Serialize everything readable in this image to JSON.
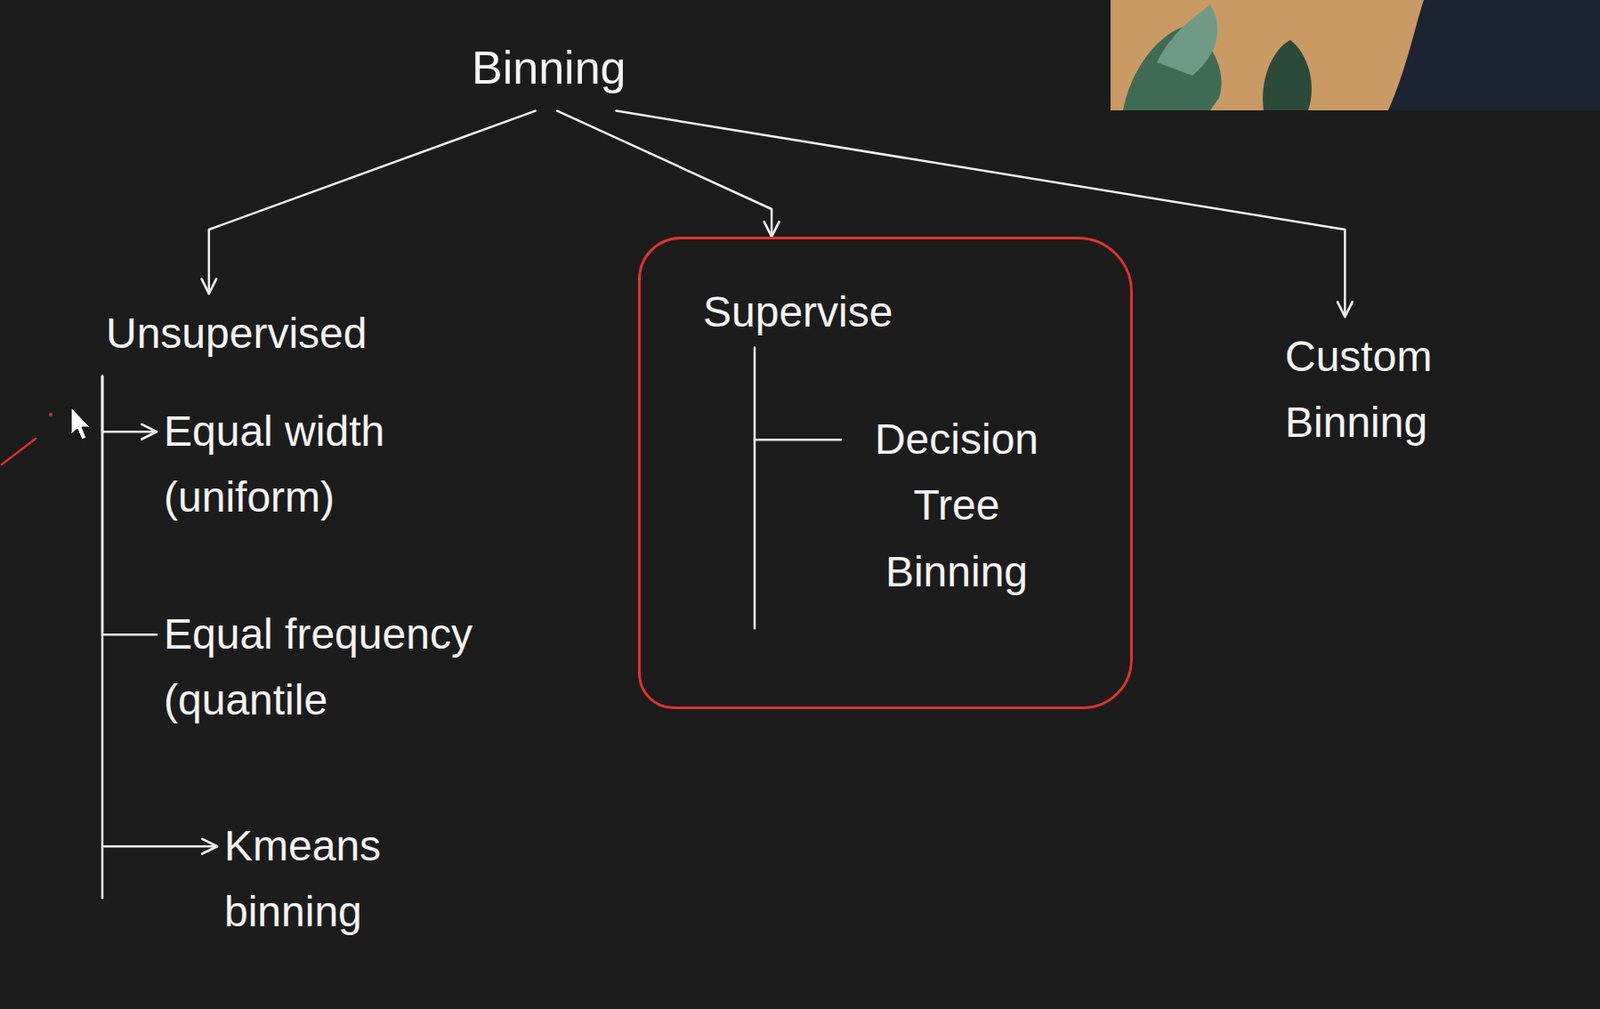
{
  "diagram": {
    "nodes": [
      {
        "text": [
          "Binning"
        ]
      },
      {
        "text": [
          "Unsupervised"
        ]
      },
      {
        "text": [
          "Supervise"
        ]
      },
      {
        "text": [
          "Decision Tree Binning"
        ],
        "in": 2
      },
      {
        "text": [
          "Custom Binning"
        ]
      },
      {
        "text": [
          "Equal width (uniform)"
        ]
      },
      {
        "text": [
          "Equal frequency (quantile"
        ]
      },
      {
        "text": [
          "Kmeans binning"
        ]
      }
    ],
    "edges": [
      {
        "from": 0,
        "to": 1,
        "arrow": "to"
      },
      {
        "from": 0,
        "to": 2,
        "arrow": "to"
      },
      {
        "from": 0,
        "to": 4,
        "arrow": "to"
      },
      {
        "from": 1,
        "to": 5,
        "arrow": "to"
      },
      {
        "from": 1,
        "to": 6,
        "arrow": "none"
      },
      {
        "from": 1,
        "to": 7,
        "arrow": "to"
      },
      {
        "from": 2,
        "to": 3,
        "arrow": "none"
      }
    ]
  }
}
